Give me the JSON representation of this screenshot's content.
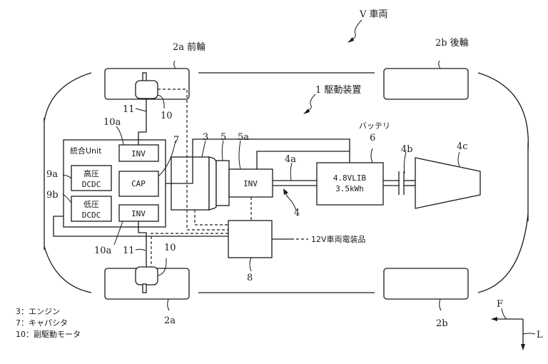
{
  "vehicle": {
    "ref": "V",
    "name": "車両"
  },
  "drive_device": {
    "ref": "1",
    "name": "駆動装置"
  },
  "wheels": {
    "front": {
      "ref": "2a",
      "name": "前輪"
    },
    "rear": {
      "ref": "2b",
      "name": "後輪"
    }
  },
  "integrated_unit": {
    "title": "統合Unit",
    "inv_label": "INV",
    "cap_label": "CAP",
    "hv_dcdc": {
      "ref": "9a",
      "line1": "高圧",
      "line2": "DCDC"
    },
    "lv_dcdc": {
      "ref": "9b",
      "line1": "低圧",
      "line2": "DCDC"
    },
    "inv_ref": "10a",
    "cap_ref": "7"
  },
  "engine_ref": "3",
  "motor_ref": "5",
  "inverter": {
    "ref": "5a",
    "label": "INV"
  },
  "shaft_ref": "4a",
  "drivetrain_ref": "4",
  "clutch_ref": "4b",
  "transmission_ref": "4c",
  "battery": {
    "ref": "6",
    "name": "バッテリ",
    "line1": "4.8VLIB",
    "line2": "3.5kWh"
  },
  "converter_ref": "8",
  "electrical_load": "12V車両電装品",
  "sub_motor_ref": "10",
  "wire_ref": "11",
  "legend": [
    "3：エンジン",
    "7：キャパシタ",
    "10：副駆動モータ"
  ],
  "axes": {
    "forward": "F",
    "lateral": "L"
  }
}
